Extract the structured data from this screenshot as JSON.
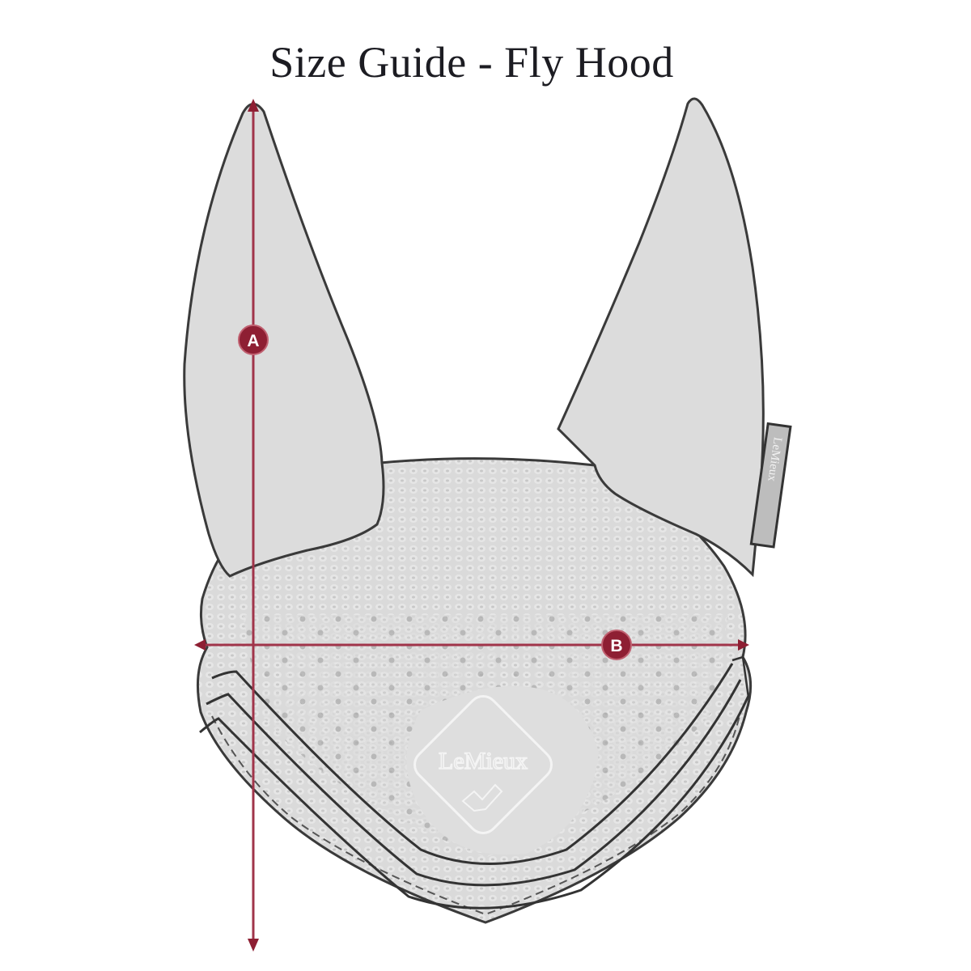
{
  "title": "Size Guide - Fly Hood",
  "product": {
    "name": "Fly Hood",
    "brand_logo_text": "LeMieux",
    "ear_tag_text": "LeMieux"
  },
  "measurements": [
    {
      "id": "A",
      "label": "A",
      "orientation": "vertical",
      "description_icon": "measurement-marker-a"
    },
    {
      "id": "B",
      "label": "B",
      "orientation": "horizontal",
      "description_icon": "measurement-marker-b"
    }
  ],
  "colors": {
    "background": "#ffffff",
    "fabric": "#d9d9d9",
    "ear": "#dcdcdc",
    "outline": "#3a3a3a",
    "measure_line": "#a0344a",
    "marker_fill": "#8e1f33",
    "title_text": "#1c1c22"
  }
}
